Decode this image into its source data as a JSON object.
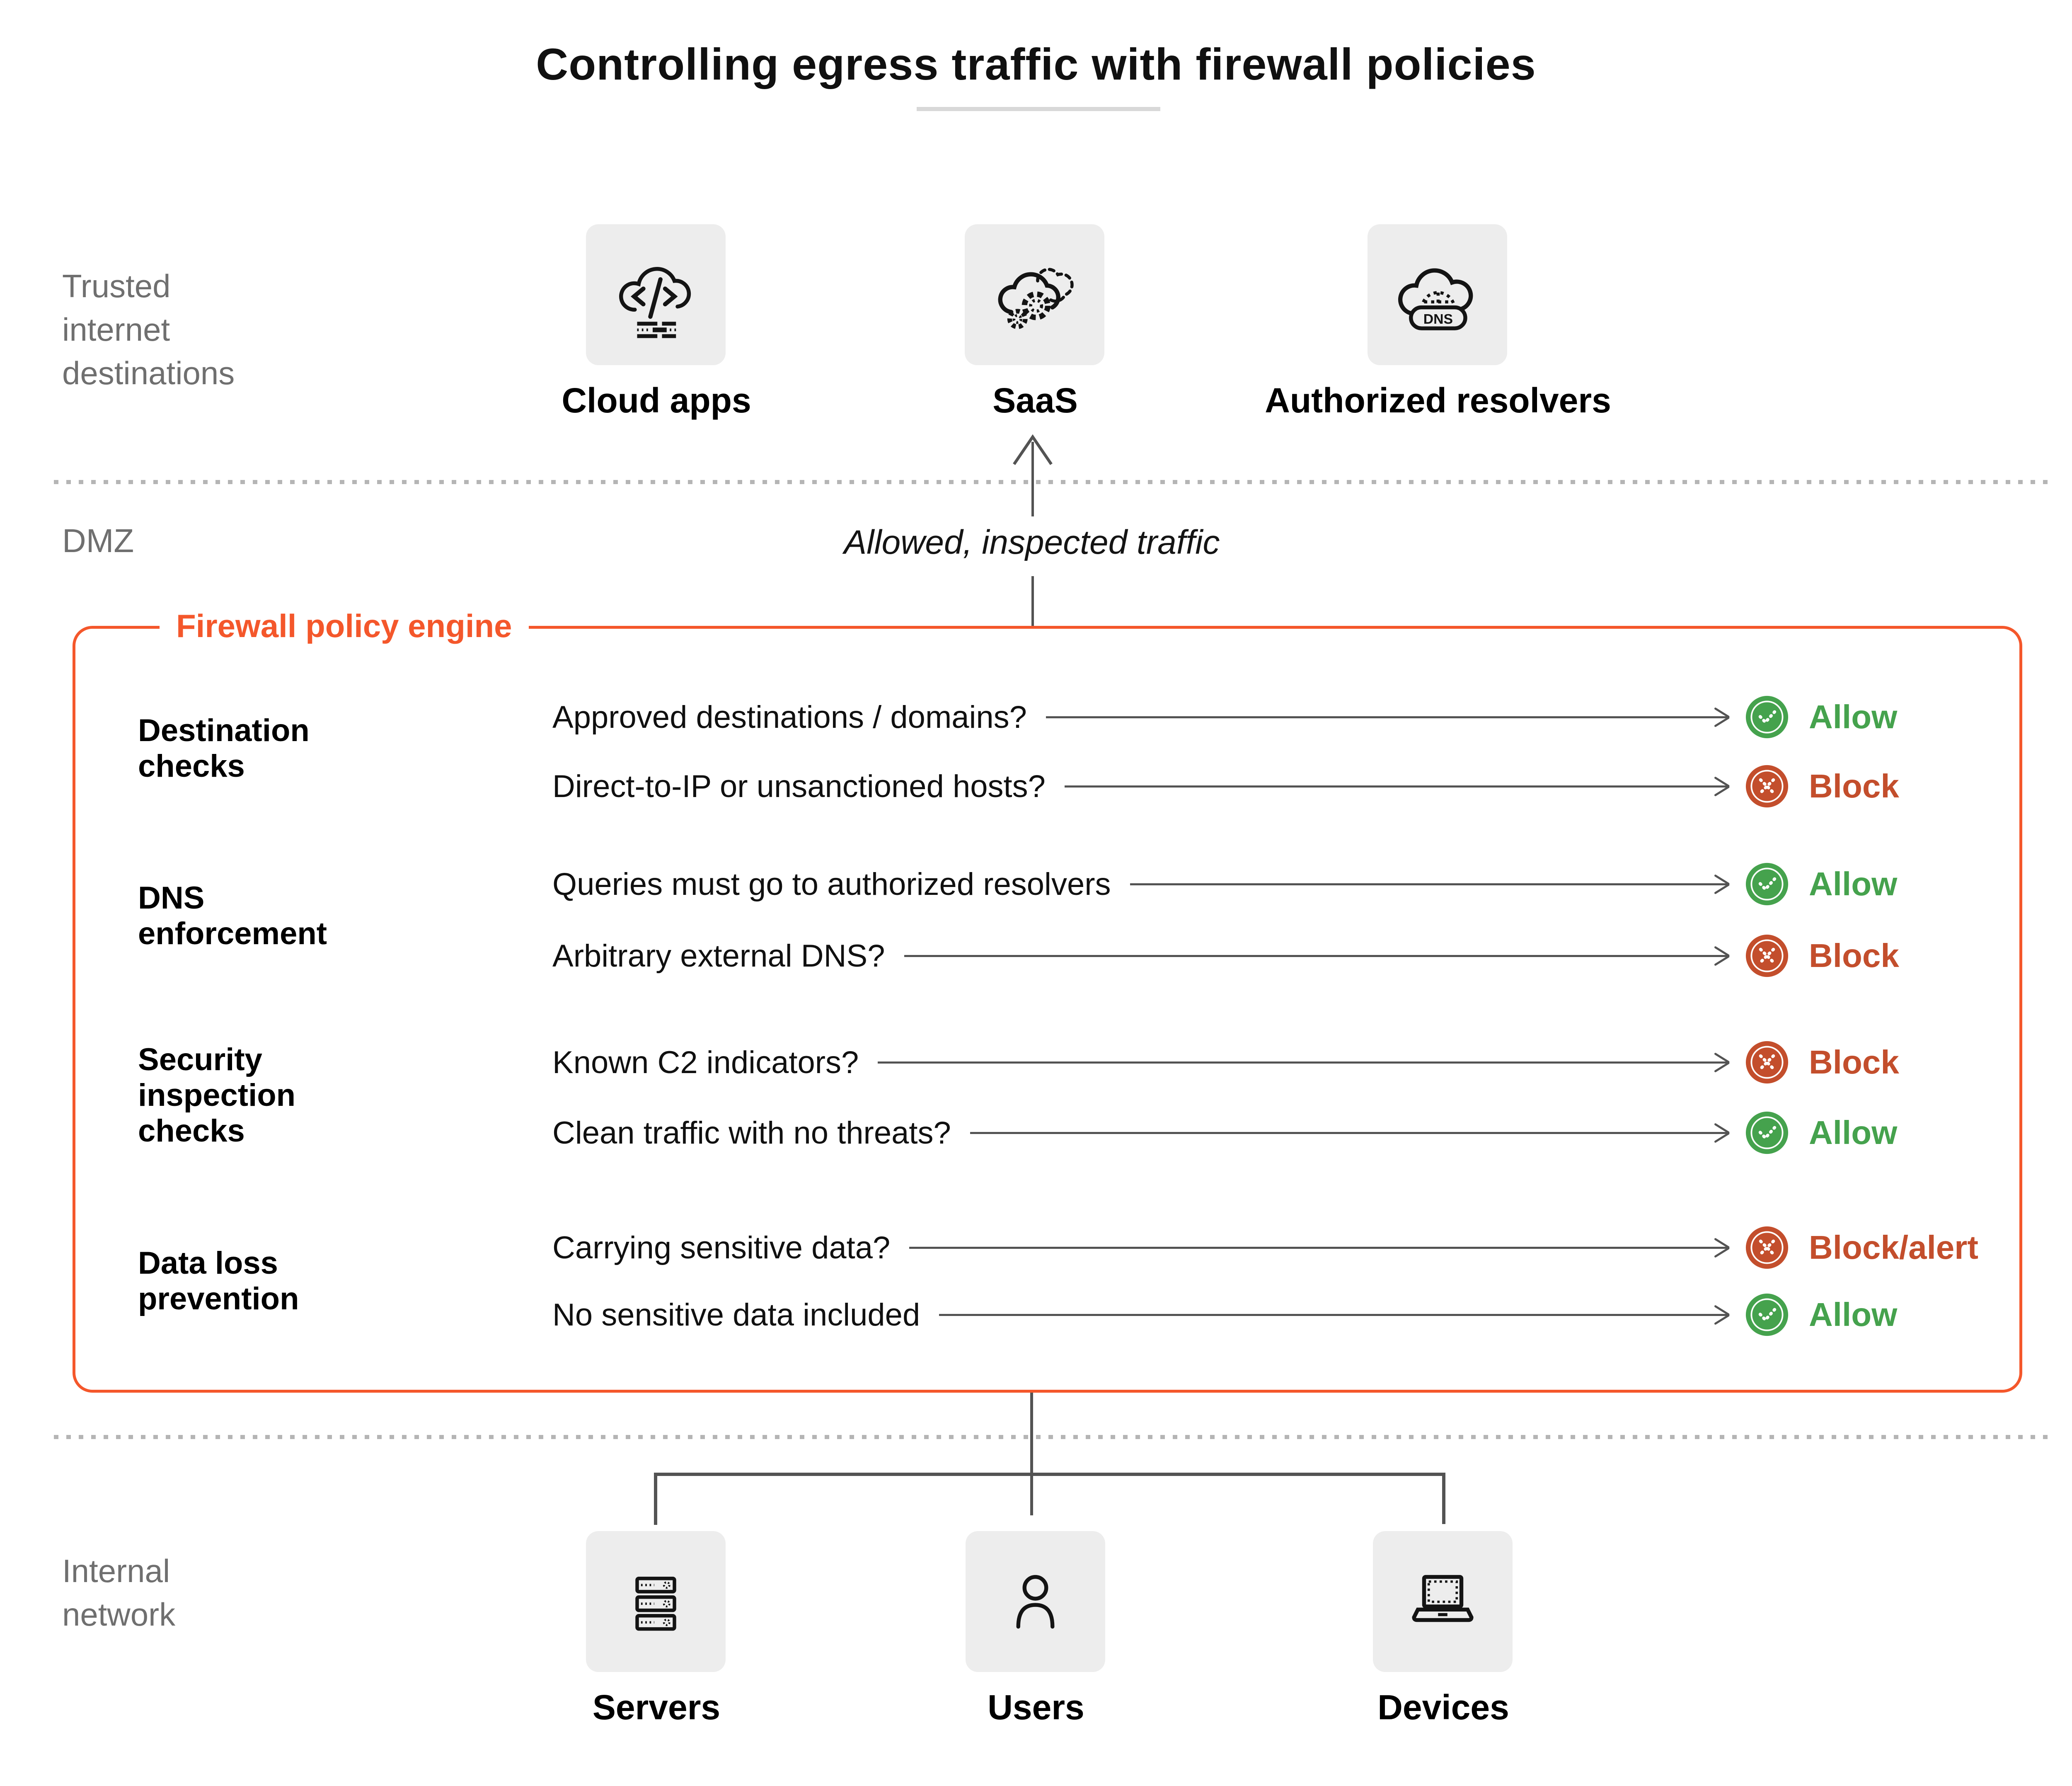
{
  "title": "Controlling egress traffic with firewall policies",
  "trusted_zone": {
    "label_lines": [
      "Trusted",
      "internet",
      "destinations"
    ],
    "destinations": [
      {
        "label": "Cloud apps",
        "icon": "cloud-code-icon"
      },
      {
        "label": "SaaS",
        "icon": "cloud-gears-icon"
      },
      {
        "label": "Authorized resolvers",
        "icon": "cloud-dns-icon",
        "badge": "DNS"
      }
    ]
  },
  "dmz": {
    "label": "DMZ",
    "flow_label": "Allowed, inspected traffic"
  },
  "engine": {
    "label": "Firewall policy engine",
    "groups": [
      {
        "label": "Destination checks",
        "rows": [
          {
            "question": "Approved destinations / domains?",
            "result": "Allow",
            "status": "allow",
            "icon": "check-circle-icon"
          },
          {
            "question": "Direct-to-IP or unsanctioned hosts?",
            "result": "Block",
            "status": "block",
            "icon": "x-circle-icon"
          }
        ]
      },
      {
        "label": "DNS enforcement",
        "rows": [
          {
            "question": "Queries must go to authorized resolvers",
            "result": "Allow",
            "status": "allow",
            "icon": "check-circle-icon"
          },
          {
            "question": "Arbitrary external DNS?",
            "result": "Block",
            "status": "block",
            "icon": "x-circle-icon"
          }
        ]
      },
      {
        "label": "Security inspection checks",
        "rows": [
          {
            "question": "Known C2 indicators?",
            "result": "Block",
            "status": "block",
            "icon": "x-circle-icon"
          },
          {
            "question": "Clean traffic with no threats?",
            "result": "Allow",
            "status": "allow",
            "icon": "check-circle-icon"
          }
        ]
      },
      {
        "label": "Data loss prevention",
        "rows": [
          {
            "question": "Carrying sensitive data?",
            "result": "Block/alert",
            "status": "block",
            "icon": "x-circle-icon"
          },
          {
            "question": "No sensitive data included",
            "result": "Allow",
            "status": "allow",
            "icon": "check-circle-icon"
          }
        ]
      }
    ]
  },
  "internal_zone": {
    "label_lines": [
      "Internal",
      "network"
    ],
    "nodes": [
      {
        "label": "Servers",
        "icon": "server-rack-icon"
      },
      {
        "label": "Users",
        "icon": "person-icon"
      },
      {
        "label": "Devices",
        "icon": "laptop-icon"
      }
    ]
  },
  "colors": {
    "accent_orange": "#F4572B",
    "allow_green": "#45A24D",
    "block_red": "#C34E2C"
  }
}
